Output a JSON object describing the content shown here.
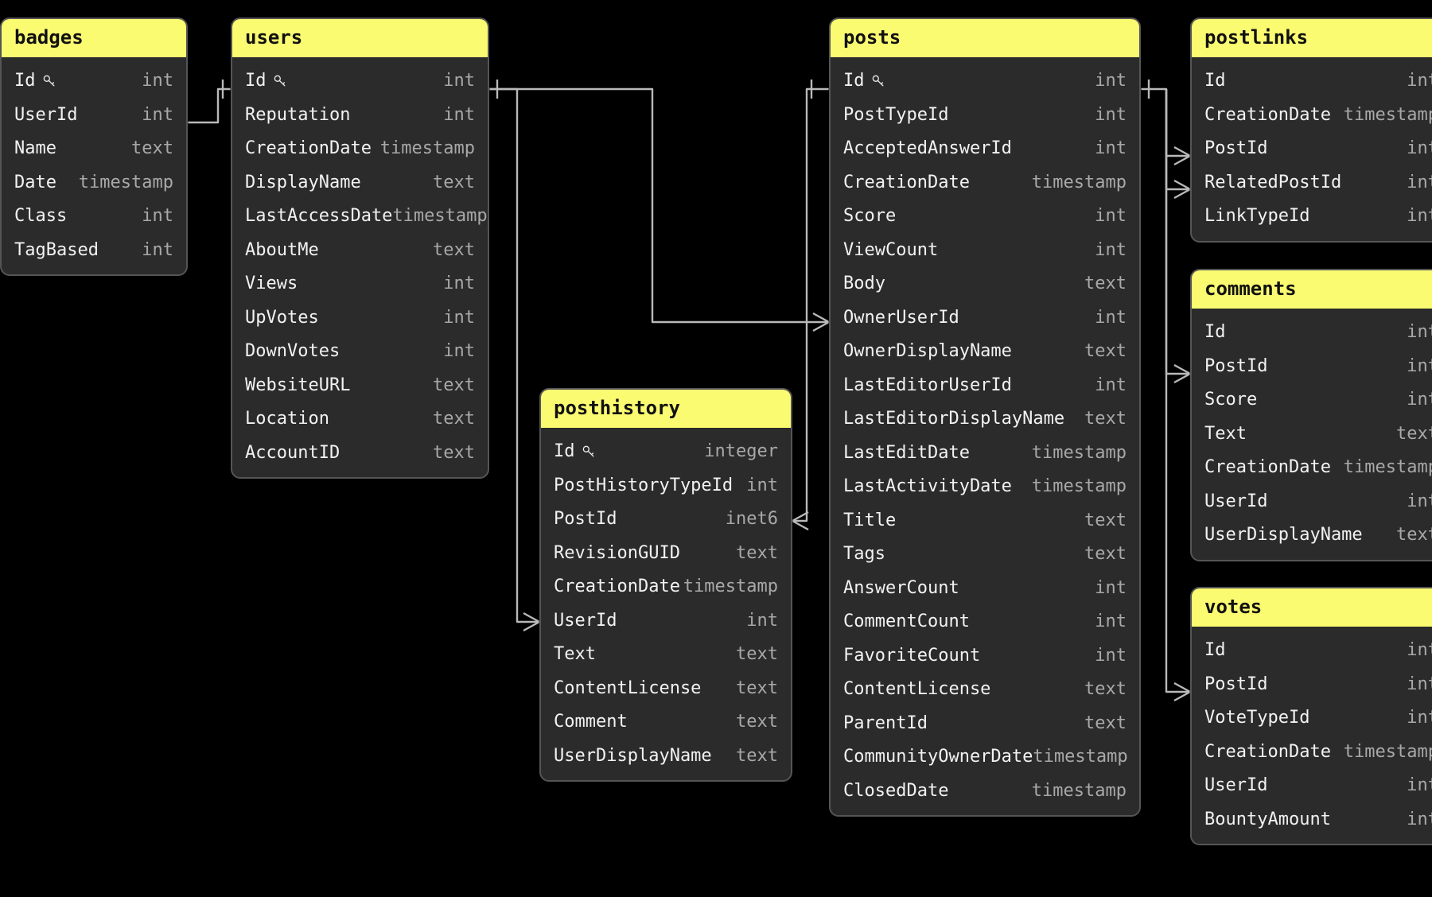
{
  "diagram": {
    "type": "entity-relationship-diagram",
    "background_color": "#000000",
    "header_color": "#fbfb72",
    "body_color": "#2b2b2b",
    "border_color": "#555555",
    "field_name_color": "#f2f2f2",
    "field_type_color": "#a8a8a8",
    "connector_color": "#b9b9b9"
  },
  "tables": [
    {
      "id": "badges",
      "name": "badges",
      "fields": [
        {
          "name": "Id",
          "type": "int",
          "primary_key": true
        },
        {
          "name": "UserId",
          "type": "int",
          "primary_key": false
        },
        {
          "name": "Name",
          "type": "text",
          "primary_key": false
        },
        {
          "name": "Date",
          "type": "timestamp",
          "primary_key": false
        },
        {
          "name": "Class",
          "type": "int",
          "primary_key": false
        },
        {
          "name": "TagBased",
          "type": "int",
          "primary_key": false
        }
      ]
    },
    {
      "id": "users",
      "name": "users",
      "fields": [
        {
          "name": "Id",
          "type": "int",
          "primary_key": true
        },
        {
          "name": "Reputation",
          "type": "int",
          "primary_key": false
        },
        {
          "name": "CreationDate",
          "type": "timestamp",
          "primary_key": false
        },
        {
          "name": "DisplayName",
          "type": "text",
          "primary_key": false
        },
        {
          "name": "LastAccessDate",
          "type": "timestamp",
          "primary_key": false
        },
        {
          "name": "AboutMe",
          "type": "text",
          "primary_key": false
        },
        {
          "name": "Views",
          "type": "int",
          "primary_key": false
        },
        {
          "name": "UpVotes",
          "type": "int",
          "primary_key": false
        },
        {
          "name": "DownVotes",
          "type": "int",
          "primary_key": false
        },
        {
          "name": "WebsiteURL",
          "type": "text",
          "primary_key": false
        },
        {
          "name": "Location",
          "type": "text",
          "primary_key": false
        },
        {
          "name": "AccountID",
          "type": "text",
          "primary_key": false
        }
      ]
    },
    {
      "id": "posthistory",
      "name": "posthistory",
      "fields": [
        {
          "name": "Id",
          "type": "integer",
          "primary_key": true
        },
        {
          "name": "PostHistoryTypeId",
          "type": "int",
          "primary_key": false
        },
        {
          "name": "PostId",
          "type": "inet6",
          "primary_key": false
        },
        {
          "name": "RevisionGUID",
          "type": "text",
          "primary_key": false
        },
        {
          "name": "CreationDate",
          "type": "timestamp",
          "primary_key": false
        },
        {
          "name": "UserId",
          "type": "int",
          "primary_key": false
        },
        {
          "name": "Text",
          "type": "text",
          "primary_key": false
        },
        {
          "name": "ContentLicense",
          "type": "text",
          "primary_key": false
        },
        {
          "name": "Comment",
          "type": "text",
          "primary_key": false
        },
        {
          "name": "UserDisplayName",
          "type": "text",
          "primary_key": false
        }
      ]
    },
    {
      "id": "posts",
      "name": "posts",
      "fields": [
        {
          "name": "Id",
          "type": "int",
          "primary_key": true
        },
        {
          "name": "PostTypeId",
          "type": "int",
          "primary_key": false
        },
        {
          "name": "AcceptedAnswerId",
          "type": "int",
          "primary_key": false
        },
        {
          "name": "CreationDate",
          "type": "timestamp",
          "primary_key": false
        },
        {
          "name": "Score",
          "type": "int",
          "primary_key": false
        },
        {
          "name": "ViewCount",
          "type": "int",
          "primary_key": false
        },
        {
          "name": "Body",
          "type": "text",
          "primary_key": false
        },
        {
          "name": "OwnerUserId",
          "type": "int",
          "primary_key": false
        },
        {
          "name": "OwnerDisplayName",
          "type": "text",
          "primary_key": false
        },
        {
          "name": "LastEditorUserId",
          "type": "int",
          "primary_key": false
        },
        {
          "name": "LastEditorDisplayName",
          "type": "text",
          "primary_key": false
        },
        {
          "name": "LastEditDate",
          "type": "timestamp",
          "primary_key": false
        },
        {
          "name": "LastActivityDate",
          "type": "timestamp",
          "primary_key": false
        },
        {
          "name": "Title",
          "type": "text",
          "primary_key": false
        },
        {
          "name": "Tags",
          "type": "text",
          "primary_key": false
        },
        {
          "name": "AnswerCount",
          "type": "int",
          "primary_key": false
        },
        {
          "name": "CommentCount",
          "type": "int",
          "primary_key": false
        },
        {
          "name": "FavoriteCount",
          "type": "int",
          "primary_key": false
        },
        {
          "name": "ContentLicense",
          "type": "text",
          "primary_key": false
        },
        {
          "name": "ParentId",
          "type": "text",
          "primary_key": false
        },
        {
          "name": "CommunityOwnerDate",
          "type": "timestamp",
          "primary_key": false
        },
        {
          "name": "ClosedDate",
          "type": "timestamp",
          "primary_key": false
        }
      ]
    },
    {
      "id": "postlinks",
      "name": "postlinks",
      "fields": [
        {
          "name": "Id",
          "type": "int",
          "primary_key": false
        },
        {
          "name": "CreationDate",
          "type": "timestamp",
          "primary_key": false
        },
        {
          "name": "PostId",
          "type": "int",
          "primary_key": false
        },
        {
          "name": "RelatedPostId",
          "type": "int",
          "primary_key": false
        },
        {
          "name": "LinkTypeId",
          "type": "int",
          "primary_key": false
        }
      ]
    },
    {
      "id": "comments",
      "name": "comments",
      "fields": [
        {
          "name": "Id",
          "type": "int",
          "primary_key": false
        },
        {
          "name": "PostId",
          "type": "int",
          "primary_key": false
        },
        {
          "name": "Score",
          "type": "int",
          "primary_key": false
        },
        {
          "name": "Text",
          "type": "text",
          "primary_key": false
        },
        {
          "name": "CreationDate",
          "type": "timestamp",
          "primary_key": false
        },
        {
          "name": "UserId",
          "type": "int",
          "primary_key": false
        },
        {
          "name": "UserDisplayName",
          "type": "text",
          "primary_key": false
        }
      ]
    },
    {
      "id": "votes",
      "name": "votes",
      "fields": [
        {
          "name": "Id",
          "type": "int",
          "primary_key": false
        },
        {
          "name": "PostId",
          "type": "int",
          "primary_key": false
        },
        {
          "name": "VoteTypeId",
          "type": "int",
          "primary_key": false
        },
        {
          "name": "CreationDate",
          "type": "timestamp",
          "primary_key": false
        },
        {
          "name": "UserId",
          "type": "int",
          "primary_key": false
        },
        {
          "name": "BountyAmount",
          "type": "int",
          "primary_key": false
        }
      ]
    }
  ],
  "relationships": [
    {
      "id": "users-badges",
      "from_table": "users",
      "from_field": "Id",
      "to_table": "badges",
      "to_field": "UserId",
      "from_cardinality": "one",
      "to_cardinality": "many"
    },
    {
      "id": "users-posts-owner",
      "from_table": "users",
      "from_field": "Id",
      "to_table": "posts",
      "to_field": "OwnerUserId",
      "from_cardinality": "one",
      "to_cardinality": "many"
    },
    {
      "id": "users-posthistory-user",
      "from_table": "users",
      "from_field": "Id",
      "to_table": "posthistory",
      "to_field": "UserId",
      "from_cardinality": "one",
      "to_cardinality": "many"
    },
    {
      "id": "posts-posthistory-post",
      "from_table": "posts",
      "from_field": "Id",
      "to_table": "posthistory",
      "to_field": "PostId",
      "from_cardinality": "one",
      "to_cardinality": "many"
    },
    {
      "id": "posts-postlinks-post",
      "from_table": "posts",
      "from_field": "Id",
      "to_table": "postlinks",
      "to_field": "PostId",
      "from_cardinality": "one",
      "to_cardinality": "many"
    },
    {
      "id": "posts-postlinks-related",
      "from_table": "posts",
      "from_field": "Id",
      "to_table": "postlinks",
      "to_field": "RelatedPostId",
      "from_cardinality": "one",
      "to_cardinality": "many"
    },
    {
      "id": "posts-comments-post",
      "from_table": "posts",
      "from_field": "Id",
      "to_table": "comments",
      "to_field": "PostId",
      "from_cardinality": "one",
      "to_cardinality": "many"
    },
    {
      "id": "posts-votes-post",
      "from_table": "posts",
      "from_field": "Id",
      "to_table": "votes",
      "to_field": "PostId",
      "from_cardinality": "one",
      "to_cardinality": "many"
    }
  ]
}
